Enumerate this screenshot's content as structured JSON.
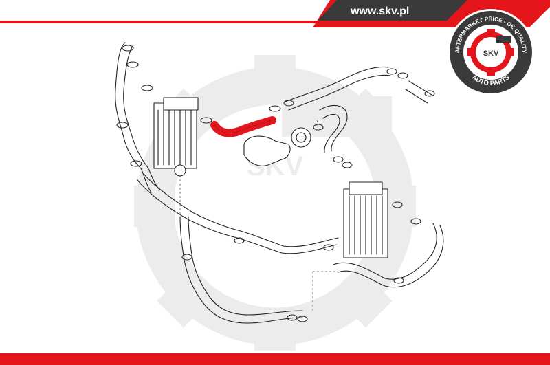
{
  "header": {
    "website": "www.skv.pl",
    "accent_color": "#e4161c",
    "band_color": "#3a3a3a"
  },
  "logo": {
    "ring_top_text": "AFTERMARKET PRICE - OE QUALITY",
    "ring_bottom_text": "AUTO PARTS",
    "center_text": "SKV",
    "icon": "gear-icon"
  },
  "watermark": {
    "text": "SKV",
    "icon": "gear-icon"
  },
  "diagram": {
    "highlighted_part": "intercooler-hose",
    "highlight_color": "#e4161c"
  }
}
